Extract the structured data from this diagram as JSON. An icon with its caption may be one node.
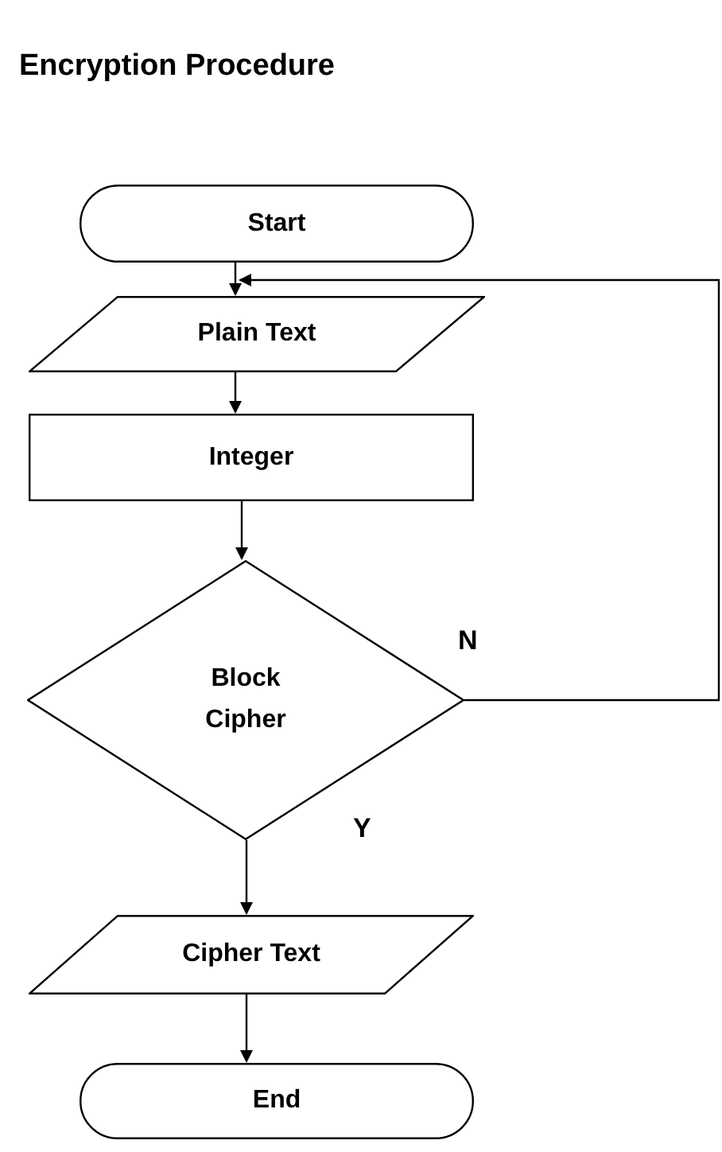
{
  "diagram": {
    "title": "Encryption Procedure",
    "nodes": [
      {
        "text": [
          "Start"
        ]
      },
      {
        "text": [
          "Plain Text"
        ]
      },
      {
        "text": [
          "Integer"
        ]
      },
      {
        "text": [
          "Block Cipher"
        ]
      },
      {
        "text": [
          "Cipher Text"
        ]
      },
      {
        "text": [
          "End"
        ]
      }
    ],
    "edges": [
      {
        "from": 0,
        "to": 1,
        "arrow": "to"
      },
      {
        "from": 1,
        "to": 2,
        "arrow": "to"
      },
      {
        "from": 2,
        "to": 3,
        "arrow": "to"
      },
      {
        "from": 3,
        "to": 1,
        "arrow": "to",
        "label": "N"
      },
      {
        "from": 3,
        "to": 4,
        "arrow": "to",
        "label": "Y"
      },
      {
        "from": 4,
        "to": 5,
        "arrow": "to"
      }
    ]
  }
}
